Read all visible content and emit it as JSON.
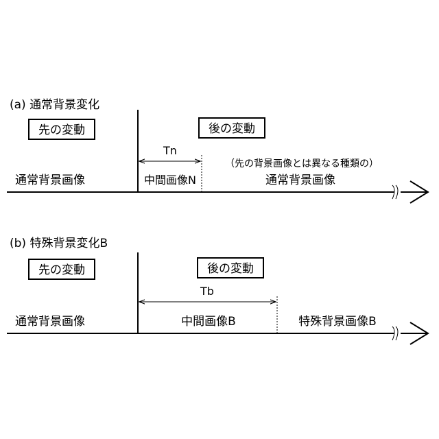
{
  "panel_a": {
    "heading": "(a) 通常背景変化",
    "before_label": "先の変動",
    "after_label": "後の変動",
    "duration_label": "Tn",
    "note": "（先の背景画像とは異なる種類の）",
    "seg_normal": "通常背景画像",
    "seg_intermediate": "中間画像N",
    "seg_end": "通常背景画像"
  },
  "panel_b": {
    "heading": "(b) 特殊背景変化B",
    "before_label": "先の変動",
    "after_label": "後の変動",
    "duration_label": "Tb",
    "seg_normal": "通常背景画像",
    "seg_intermediate": "中間画像B",
    "seg_end": "特殊背景画像B"
  }
}
